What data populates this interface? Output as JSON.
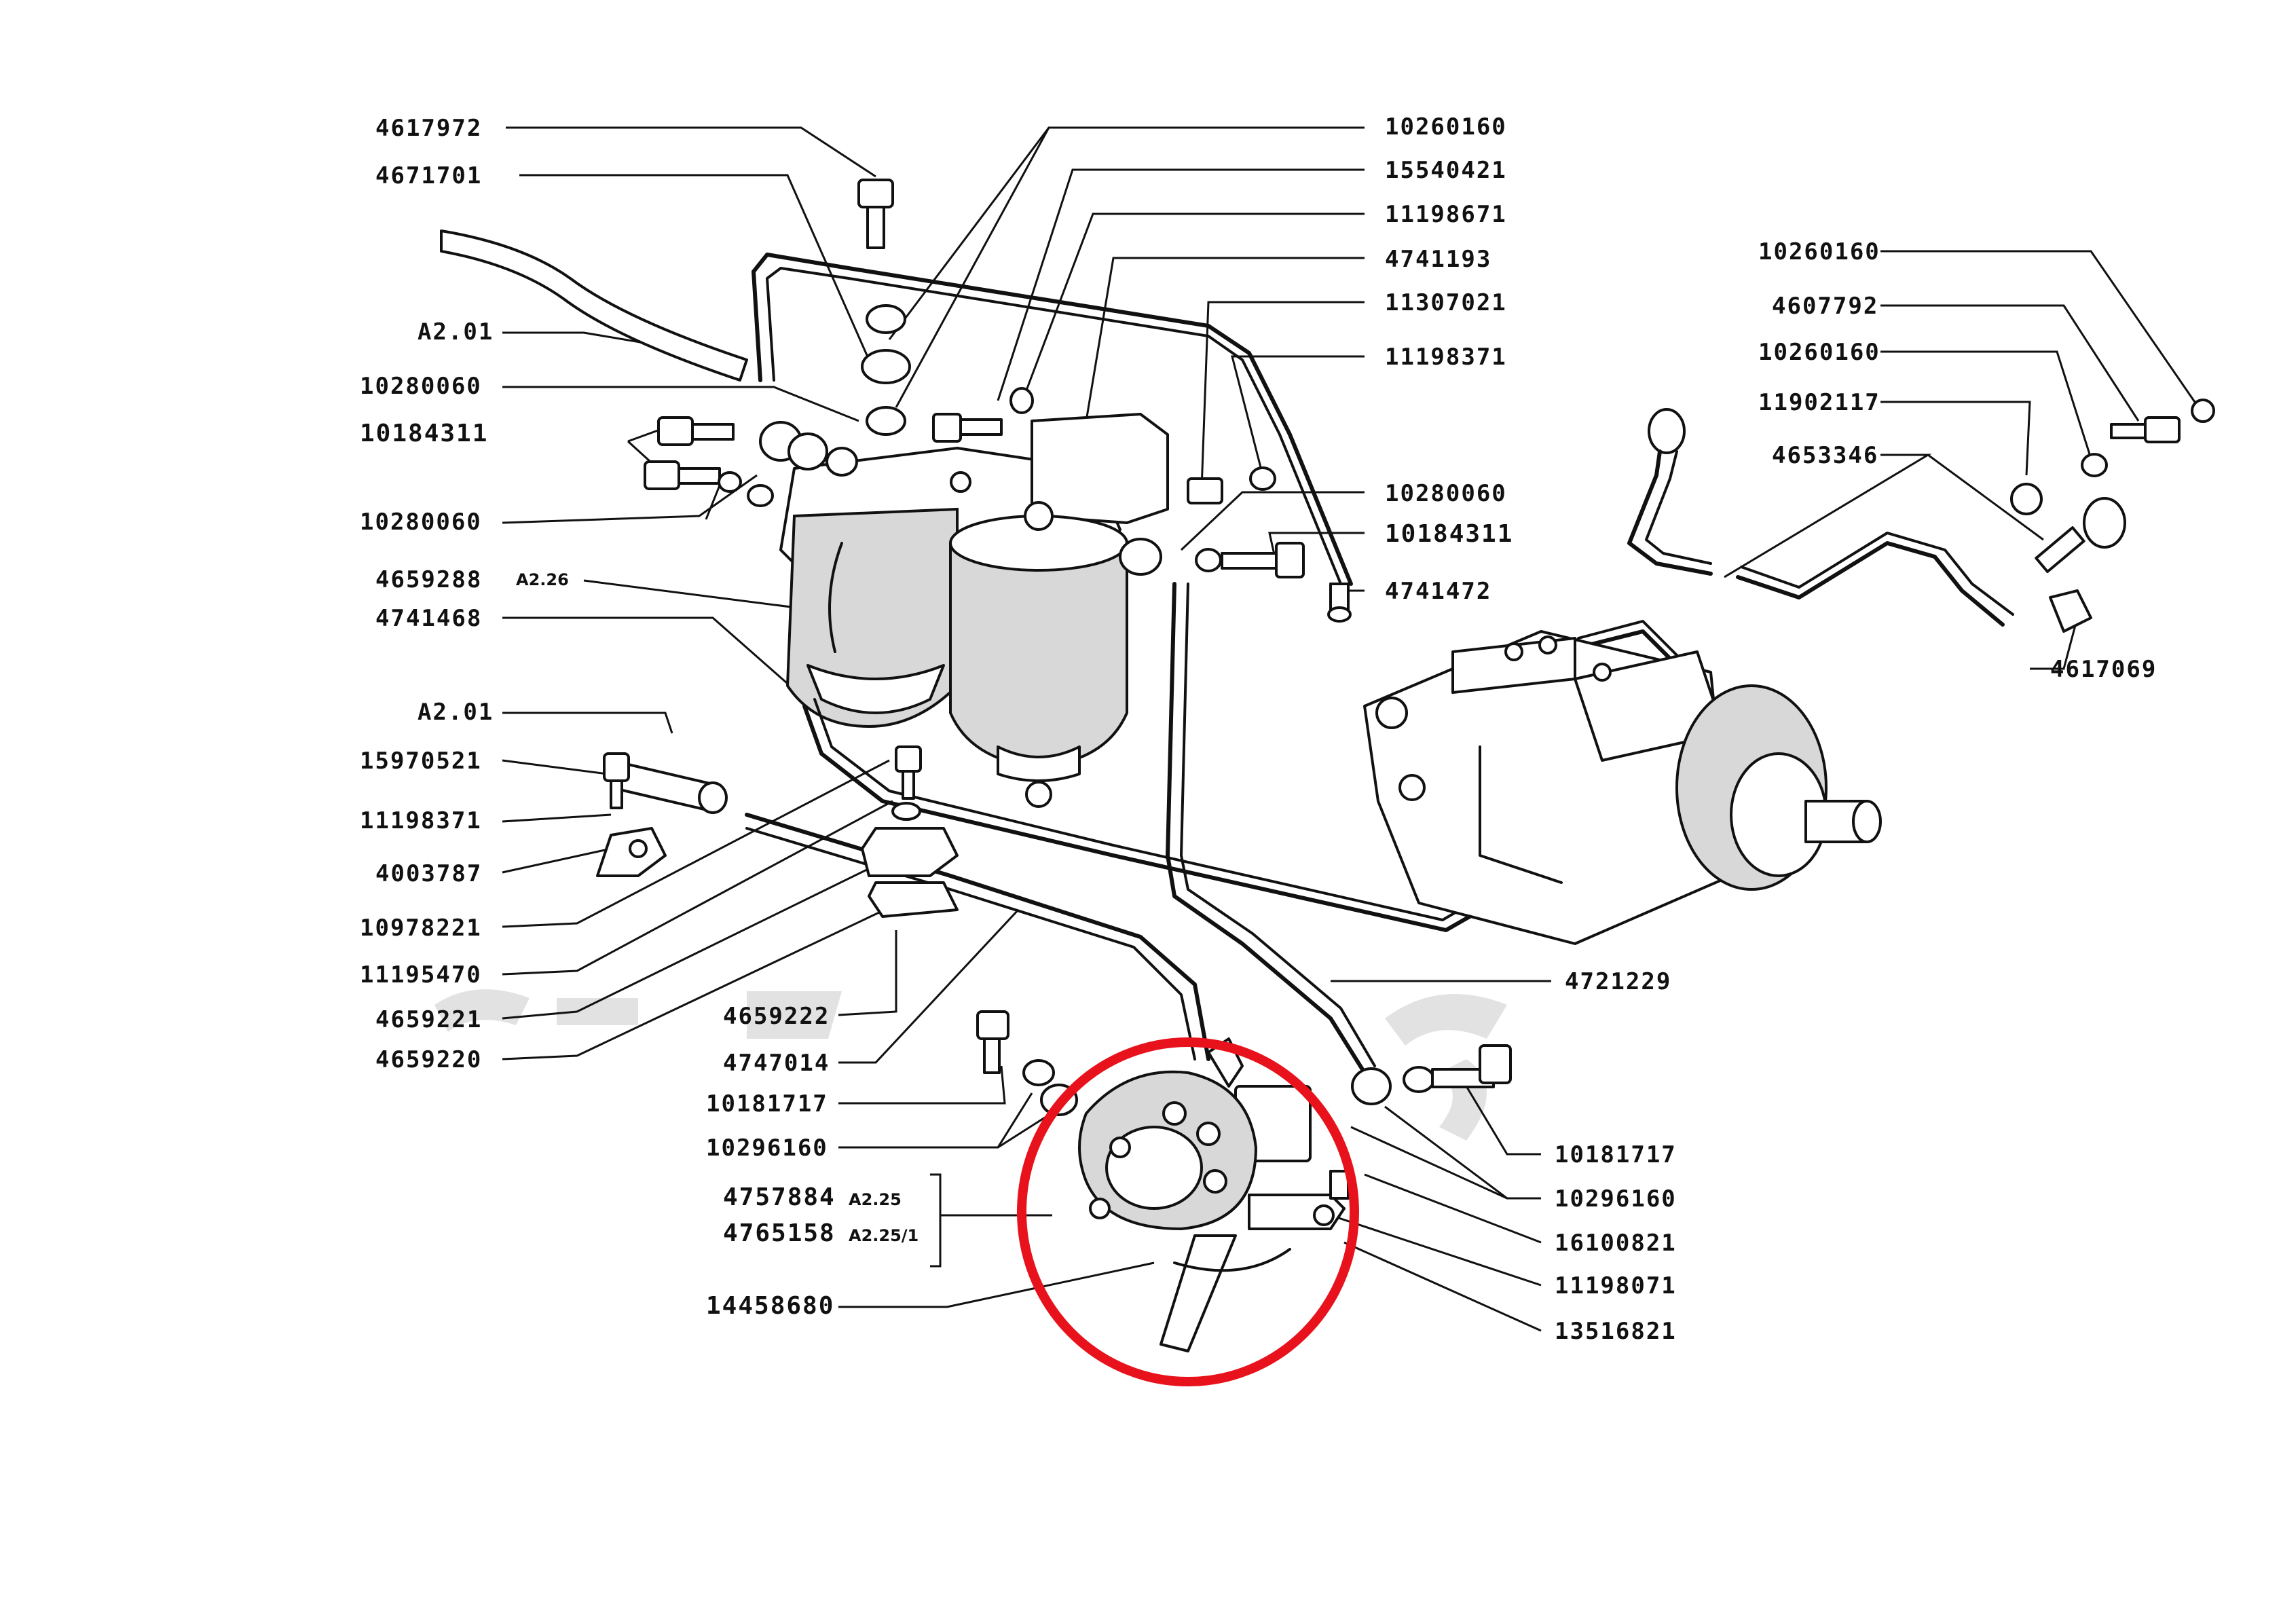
{
  "labels": {
    "l_4617972": "4617972",
    "l_4671701": "4671701",
    "l_a201_top": "A2.01",
    "l_10280060_a": "10280060",
    "l_10184311_a": "10184311",
    "l_10280060_b": "10280060",
    "l_4659288": "4659288",
    "l_a226": "A2.26",
    "l_4741468": "4741468",
    "l_a201_mid": "A2.01",
    "l_15970521": "15970521",
    "l_11198371_a": "11198371",
    "l_4003787": "4003787",
    "l_10978221": "10978221",
    "l_11195470": "11195470",
    "l_4659221": "4659221",
    "l_4659220": "4659220",
    "l_10260160_a": "10260160",
    "l_15540421": "15540421",
    "l_11198671": "11198671",
    "l_4741193": "4741193",
    "l_11307021": "11307021",
    "l_11198371_b": "11198371",
    "l_10280060_c": "10280060",
    "l_10184311_b": "10184311",
    "l_4741472": "4741472",
    "l_10260160_b": "10260160",
    "l_4607792": "4607792",
    "l_10260160_c": "10260160",
    "l_11902117": "11902117",
    "l_4653346": "4653346",
    "l_4617069": "4617069",
    "l_4659222": "4659222",
    "l_4747014": "4747014",
    "l_10181717_a": "10181717",
    "l_10296160_a": "10296160",
    "l_4757884": "4757884",
    "l_a225": "A2.25",
    "l_4765158": "4765158",
    "l_a2251": "A2.25/1",
    "l_14458680": "14458680",
    "l_4721229": "4721229",
    "l_10181717_b": "10181717",
    "l_10296160_b": "10296160",
    "l_16100821": "16100821",
    "l_11198071": "11198071",
    "l_13516821": "13516821"
  },
  "highlight_color": "#e8121c",
  "ink_color": "#111111"
}
